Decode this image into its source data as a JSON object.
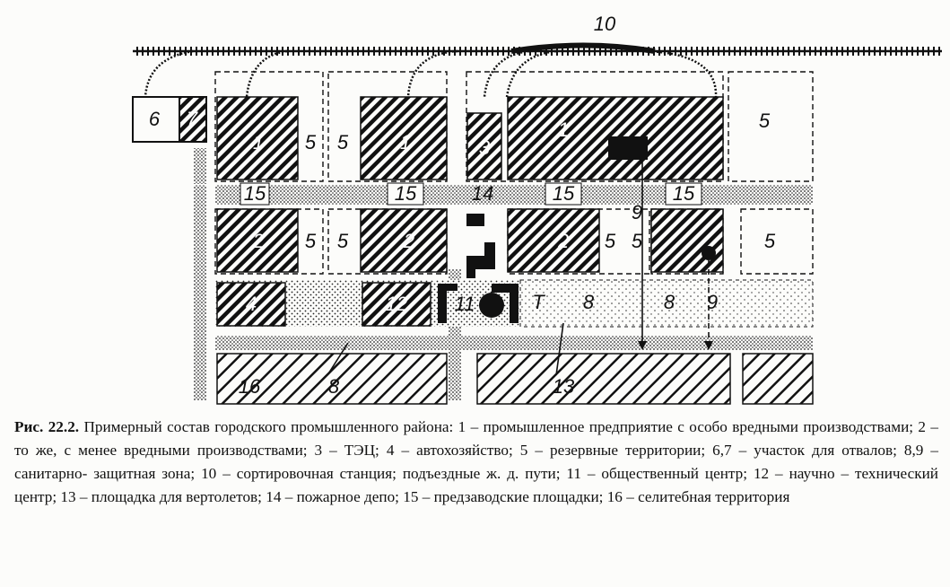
{
  "diagram": {
    "labels": {
      "rail_station": "10",
      "dump_a": "6",
      "dump_b": "7",
      "plant_1a": "1",
      "plant_1b": "1",
      "plant_1c": "1",
      "reserve_a": "5",
      "reserve_b": "5",
      "reserve_c": "5",
      "reserve_d": "5",
      "reserve_e": "5",
      "reserve_f": "5",
      "reserve_g": "5",
      "power_plant": "3",
      "forecourt_a": "15",
      "forecourt_b": "15",
      "forecourt_c": "15",
      "forecourt_d": "15",
      "fire_station": "14",
      "plant_2a": "2",
      "plant_2b": "2",
      "plant_2c": "2",
      "transport": "4",
      "research_center": "12",
      "civic_center": "11",
      "marker_t": "T",
      "sanitary_a": "8",
      "sanitary_b": "8",
      "sanitary_c": "8",
      "sanitary_pointer": "9",
      "sanitary_arrow": "9",
      "residential": "16",
      "heliport": "13"
    }
  },
  "caption": {
    "title": "Рис. 22.2.",
    "text": " Примерный состав городского промышленного района: 1 – промышленное предприятие с особо вредными производствами; 2 – то же, с менее вредными производствами; 3 – ТЭЦ; 4 – автохозяйство; 5 – резервные территории; 6,7 – участок для отвалов; 8,9 – санитарно- защитная зона; 10 – сортировочная станция; подъездные ж. д. пути; 11 – общественный центр; 12 – научно – технический центр; 13 – площадка для вертолетов; 14 – пожарное депо; 15 – предзаводские площадки; 16 – селитебная территория"
  },
  "colors": {
    "ink": "#111111",
    "paper": "#fcfcfa"
  }
}
